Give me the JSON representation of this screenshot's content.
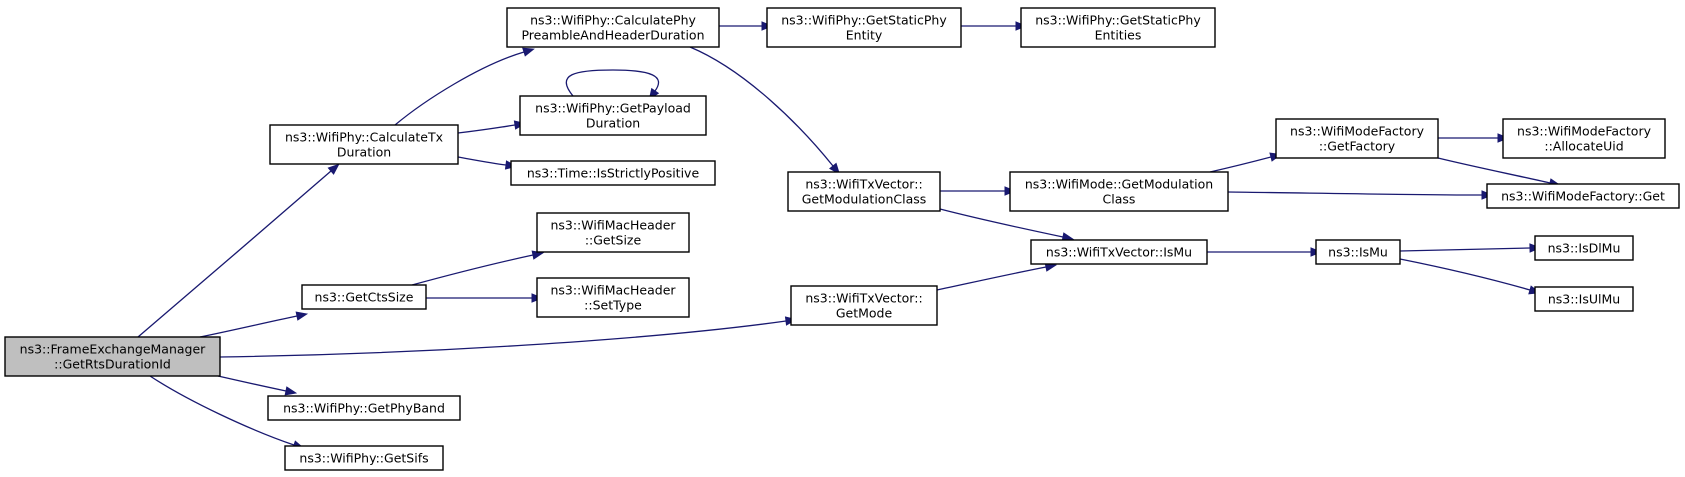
{
  "graph": {
    "colors": {
      "node_fill": "#ffffff",
      "root_fill": "#bfbfbf",
      "node_border": "#000000",
      "edge": "#191970"
    },
    "nodes": [
      {
        "id": "frame_exchange_manager_get_rts_duration_id",
        "lines": [
          "ns3::FrameExchangeManager",
          "::GetRtsDurationId"
        ],
        "root": true
      },
      {
        "id": "wifi_phy_calculate_tx_duration",
        "lines": [
          "ns3::WifiPhy::CalculateTx",
          "Duration"
        ]
      },
      {
        "id": "get_cts_size",
        "lines": [
          "ns3::GetCtsSize"
        ]
      },
      {
        "id": "wifi_phy_get_phy_band",
        "lines": [
          "ns3::WifiPhy::GetPhyBand"
        ]
      },
      {
        "id": "wifi_phy_get_sifs",
        "lines": [
          "ns3::WifiPhy::GetSifs"
        ]
      },
      {
        "id": "wifi_tx_vector_get_mode",
        "lines": [
          "ns3::WifiTxVector::",
          "GetMode"
        ]
      },
      {
        "id": "wifi_phy_calculate_phy_preamble_and_header_duration",
        "lines": [
          "ns3::WifiPhy::CalculatePhy",
          "PreambleAndHeaderDuration"
        ]
      },
      {
        "id": "wifi_phy_get_payload_duration",
        "lines": [
          "ns3::WifiPhy::GetPayload",
          "Duration"
        ]
      },
      {
        "id": "time_is_strictly_positive",
        "lines": [
          "ns3::Time::IsStrictlyPositive"
        ]
      },
      {
        "id": "wifi_mac_header_get_size",
        "lines": [
          "ns3::WifiMacHeader",
          "::GetSize"
        ]
      },
      {
        "id": "wifi_mac_header_set_type",
        "lines": [
          "ns3::WifiMacHeader",
          "::SetType"
        ]
      },
      {
        "id": "wifi_phy_get_static_phy_entity",
        "lines": [
          "ns3::WifiPhy::GetStaticPhy",
          "Entity"
        ]
      },
      {
        "id": "wifi_phy_get_static_phy_entities",
        "lines": [
          "ns3::WifiPhy::GetStaticPhy",
          "Entities"
        ]
      },
      {
        "id": "wifi_tx_vector_get_modulation_class",
        "lines": [
          "ns3::WifiTxVector::",
          "GetModulationClass"
        ]
      },
      {
        "id": "wifi_tx_vector_is_mu",
        "lines": [
          "ns3::WifiTxVector::IsMu"
        ]
      },
      {
        "id": "wifi_mode_get_modulation_class",
        "lines": [
          "ns3::WifiMode::GetModulation",
          "Class"
        ]
      },
      {
        "id": "wifi_mode_factory_get_factory",
        "lines": [
          "ns3::WifiModeFactory",
          "::GetFactory"
        ]
      },
      {
        "id": "wifi_mode_factory_get",
        "lines": [
          "ns3::WifiModeFactory::Get"
        ]
      },
      {
        "id": "wifi_mode_factory_allocate_uid",
        "lines": [
          "ns3::WifiModeFactory",
          "::AllocateUid"
        ]
      },
      {
        "id": "is_mu",
        "lines": [
          "ns3::IsMu"
        ]
      },
      {
        "id": "is_dl_mu",
        "lines": [
          "ns3::IsDlMu"
        ]
      },
      {
        "id": "is_ul_mu",
        "lines": [
          "ns3::IsUlMu"
        ]
      }
    ],
    "edges": [
      {
        "from": "frame_exchange_manager_get_rts_duration_id",
        "to": "wifi_phy_calculate_tx_duration"
      },
      {
        "from": "frame_exchange_manager_get_rts_duration_id",
        "to": "get_cts_size"
      },
      {
        "from": "frame_exchange_manager_get_rts_duration_id",
        "to": "wifi_tx_vector_get_mode"
      },
      {
        "from": "frame_exchange_manager_get_rts_duration_id",
        "to": "wifi_phy_get_phy_band"
      },
      {
        "from": "frame_exchange_manager_get_rts_duration_id",
        "to": "wifi_phy_get_sifs"
      },
      {
        "from": "wifi_phy_calculate_tx_duration",
        "to": "wifi_phy_calculate_phy_preamble_and_header_duration"
      },
      {
        "from": "wifi_phy_calculate_tx_duration",
        "to": "wifi_phy_get_payload_duration"
      },
      {
        "from": "wifi_phy_calculate_tx_duration",
        "to": "time_is_strictly_positive"
      },
      {
        "from": "wifi_phy_calculate_phy_preamble_and_header_duration",
        "to": "wifi_phy_get_static_phy_entity"
      },
      {
        "from": "wifi_phy_calculate_phy_preamble_and_header_duration",
        "to": "wifi_tx_vector_get_modulation_class"
      },
      {
        "from": "wifi_phy_get_static_phy_entity",
        "to": "wifi_phy_get_static_phy_entities"
      },
      {
        "from": "wifi_phy_get_payload_duration",
        "to": "wifi_phy_get_payload_duration"
      },
      {
        "from": "get_cts_size",
        "to": "wifi_mac_header_get_size"
      },
      {
        "from": "get_cts_size",
        "to": "wifi_mac_header_set_type"
      },
      {
        "from": "wifi_tx_vector_get_mode",
        "to": "wifi_tx_vector_is_mu"
      },
      {
        "from": "wifi_tx_vector_get_modulation_class",
        "to": "wifi_mode_get_modulation_class"
      },
      {
        "from": "wifi_tx_vector_get_modulation_class",
        "to": "wifi_tx_vector_is_mu"
      },
      {
        "from": "wifi_mode_get_modulation_class",
        "to": "wifi_mode_factory_get_factory"
      },
      {
        "from": "wifi_mode_get_modulation_class",
        "to": "wifi_mode_factory_get"
      },
      {
        "from": "wifi_mode_factory_get_factory",
        "to": "wifi_mode_factory_allocate_uid"
      },
      {
        "from": "wifi_mode_factory_get_factory",
        "to": "wifi_mode_factory_get"
      },
      {
        "from": "wifi_tx_vector_is_mu",
        "to": "is_mu"
      },
      {
        "from": "is_mu",
        "to": "is_dl_mu"
      },
      {
        "from": "is_mu",
        "to": "is_ul_mu"
      }
    ]
  }
}
